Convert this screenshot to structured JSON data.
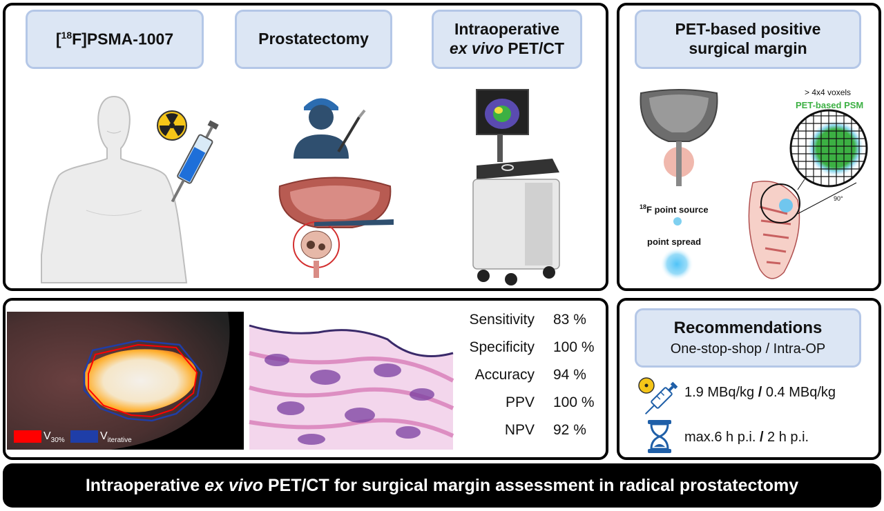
{
  "top_left": {
    "step1": {
      "prefix": "[",
      "sup": "18",
      "suffix": "F]PSMA-1007"
    },
    "step2": "Prostatectomy",
    "step3": {
      "line1": "Intraoperative",
      "line2_italic": "ex vivo",
      "line2_rest": " PET/CT"
    }
  },
  "top_right": {
    "title_line1": "PET-based positive",
    "title_line2": "surgical margin",
    "voxels_label": "> 4x4 voxels",
    "psm_label": "PET-based PSM",
    "point_source_sup": "18",
    "point_source_rest": "F point source",
    "point_spread": "point spread",
    "angle_label": "90°",
    "colors": {
      "psm_green": "#3cb043",
      "spread_blue": "#4fc3f7"
    }
  },
  "bottom_left": {
    "legend": {
      "v30_main": "V",
      "v30_sub": "30%",
      "viter_main": "V",
      "viter_sub": "iterative",
      "v30_color": "#ff0000",
      "viter_color": "#1f3ea8"
    },
    "metrics": [
      {
        "label": "Sensitivity",
        "value": "83 %"
      },
      {
        "label": "Specificity",
        "value": "100 %"
      },
      {
        "label": "Accuracy",
        "value": "94 %"
      },
      {
        "label": "PPV",
        "value": "100 %"
      },
      {
        "label": "NPV",
        "value": "92 %"
      }
    ]
  },
  "bottom_right": {
    "title": "Recommendations",
    "subtitle": "One-stop-shop / Intra-OP",
    "dose": {
      "a": "1.9 MBq/kg ",
      "sep": "/",
      "b": " 0.4 MBq/kg"
    },
    "time": {
      "a": "max.6 h p.i. ",
      "sep": "/",
      "b": " 2 h p.i."
    }
  },
  "banner": {
    "part1": "Intraoperative ",
    "italic": "ex vivo",
    "part2": " PET/CT for surgical margin assessment in radical prostatectomy"
  }
}
